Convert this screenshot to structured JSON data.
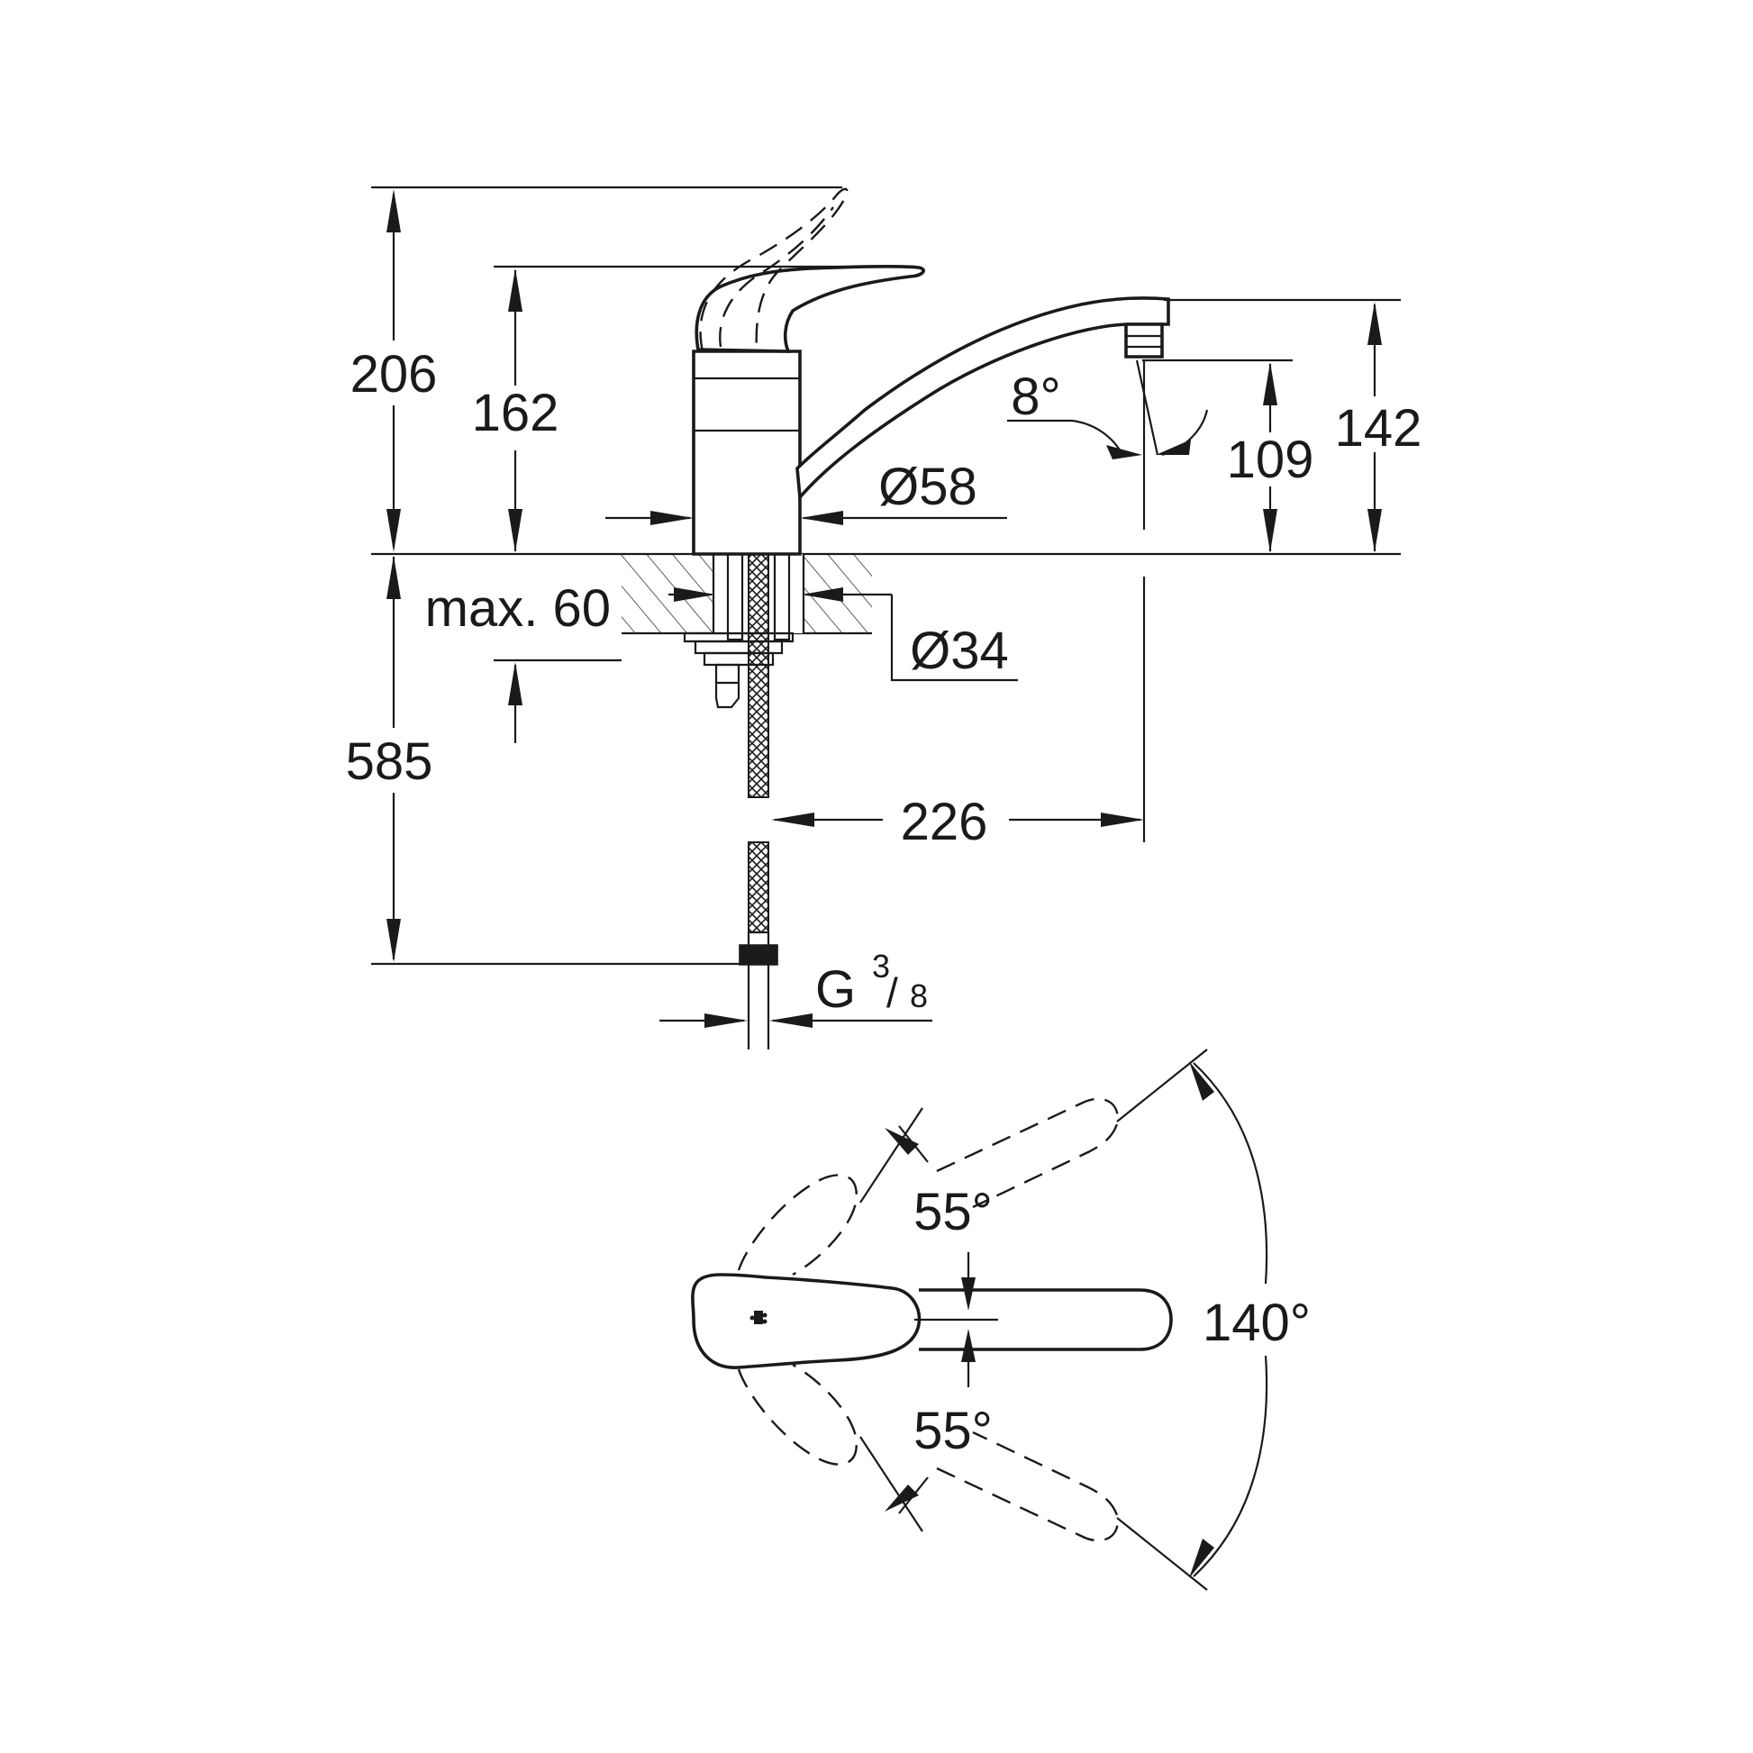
{
  "dimensions": {
    "total_height": "206",
    "lever_height": "162",
    "spout_height": "142",
    "outlet_height": "109",
    "spout_angle": "8°",
    "body_diameter": "Ø58",
    "deck_thickness": "max. 60",
    "hole_diameter": "Ø34",
    "hose_length": "585",
    "spout_reach": "226",
    "connection_thread": "G",
    "connection_num": "3",
    "connection_den": "8"
  },
  "top_view": {
    "swivel_left": "55°",
    "swivel_right": "55°",
    "total_swivel": "140°"
  },
  "colors": {
    "line": "#1a1a1a",
    "background": "#ffffff"
  }
}
